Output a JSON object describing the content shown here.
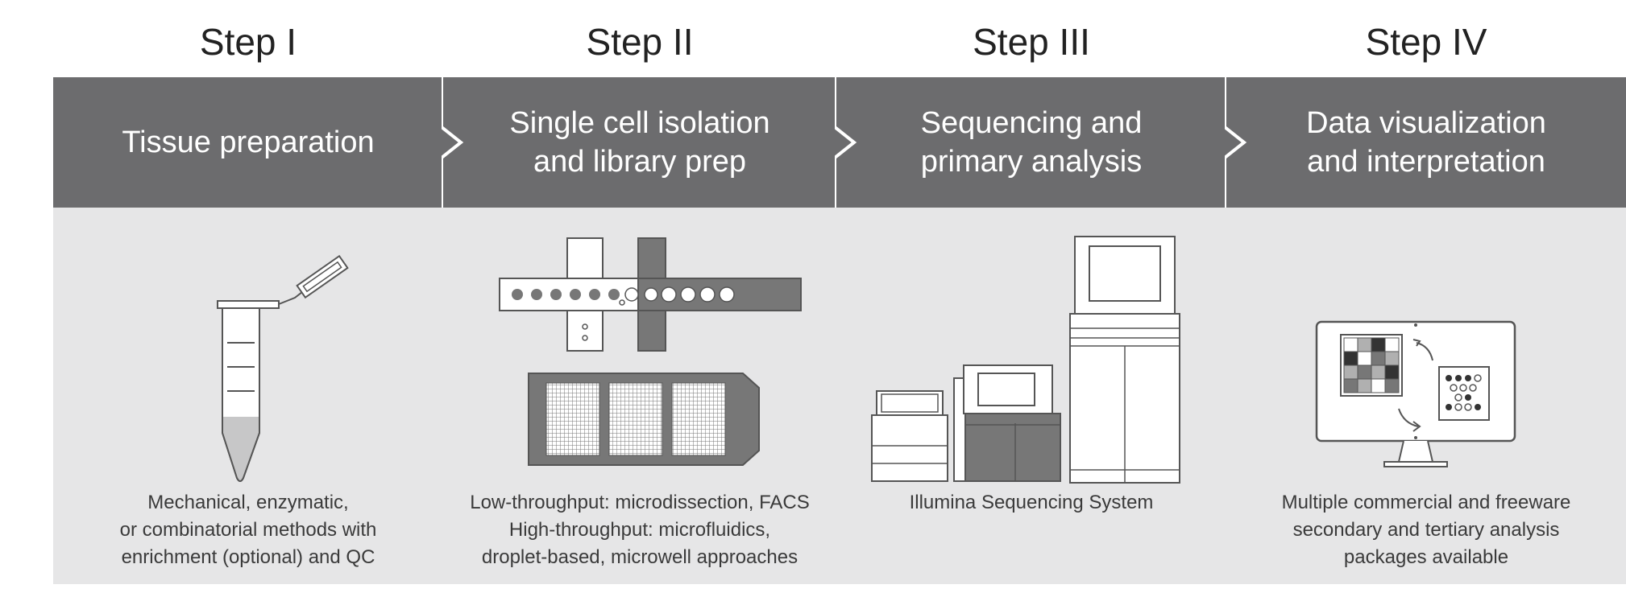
{
  "steps": [
    {
      "label": "Step I",
      "title": "Tissue preparation",
      "description": "Mechanical, enzymatic,\nor combinatorial methods with\nenrichment (optional) and QC",
      "illustration_icon": "microcentrifuge-tube-icon"
    },
    {
      "label": "Step II",
      "title": "Single cell isolation\nand library prep",
      "description": "Low-throughput: microdissection, FACS\nHigh-throughput: microfluidics,\ndroplet-based, microwell approaches",
      "illustration_icon": "microfluidic-chip-icon"
    },
    {
      "label": "Step III",
      "title": "Sequencing and\nprimary analysis",
      "description": "Illumina Sequencing System",
      "illustration_icon": "sequencer-instruments-icon"
    },
    {
      "label": "Step IV",
      "title": "Data visualization\nand interpretation",
      "description": "Multiple commercial and freeware\nsecondary and tertiary analysis\npackages available",
      "illustration_icon": "monitor-data-icon"
    }
  ],
  "colors": {
    "header_fill": "#6c6c6e",
    "panel_fill": "#e6e6e7",
    "header_text": "#ffffff",
    "body_text": "#3a3a3a"
  }
}
